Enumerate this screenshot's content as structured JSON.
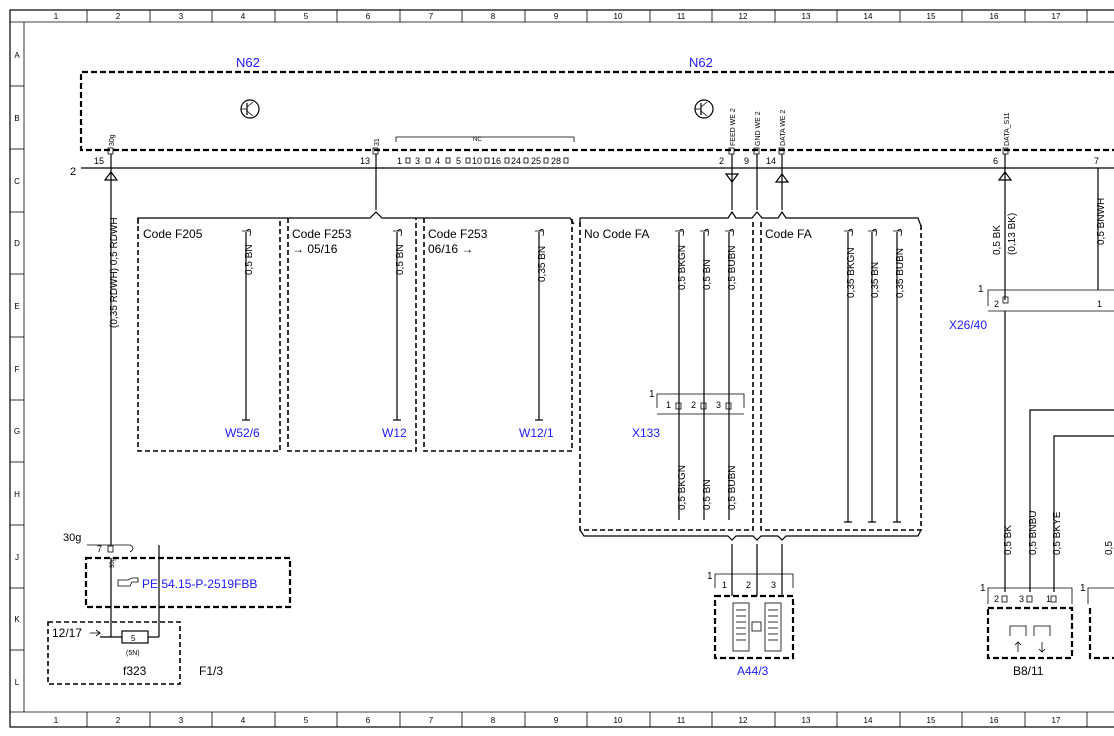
{
  "grid": {
    "columns": [
      "1",
      "2",
      "3",
      "4",
      "5",
      "6",
      "7",
      "8",
      "9",
      "10",
      "11",
      "12",
      "13",
      "14",
      "15",
      "16",
      "17"
    ],
    "rows": [
      "A",
      "B",
      "C",
      "D",
      "E",
      "F",
      "G",
      "H",
      "J",
      "K",
      "L"
    ]
  },
  "components": {
    "n62_left": "N62",
    "n62_right": "N62",
    "x26_40": "X26/40",
    "x133": "X133",
    "a44_3": "A44/3",
    "b8_11": "B8/11",
    "f323": "f323",
    "f1_3": "F1/3",
    "w52_6": "W52/6",
    "w12": "W12",
    "w12_1": "W12/1",
    "pe_ref": "PE 54.15-P-2519FBB"
  },
  "pins": {
    "p30g": "30g",
    "p31": "31",
    "nc": "NC",
    "feed": "FEED WE 2",
    "gnd": "GND WE 2",
    "data": "DATA WE 2",
    "data_s11": "DATA_S11",
    "n15": "15",
    "n13": "13",
    "n2": "2",
    "n9": "9",
    "n14": "14",
    "n6": "6",
    "n7": "7",
    "nc_nums": [
      "1",
      "3",
      "4",
      "5",
      "10",
      "16",
      "24",
      "25",
      "28"
    ],
    "bus2": "2",
    "x26_conn": "1",
    "x26_p2": "2",
    "x26_p1": "1",
    "x133_conn": "1",
    "x133_p1": "1",
    "x133_p2": "2",
    "x133_p3": "3",
    "a44_conn": "1",
    "a44_p1": "1",
    "a44_p2": "2",
    "a44_p3": "3",
    "b8_conn": "1",
    "b8_p2": "2",
    "b8_p3": "3",
    "b8_p1": "1",
    "f_conn": "1",
    "fuse_30g": "30g",
    "fuse_7": "7",
    "fuse_30g_small": "30g",
    "fuse_5": "5",
    "fuse_5n": "(5N)",
    "fuse_src": "12/17"
  },
  "codes": {
    "f205": "Code F205",
    "f253a": "Code F253",
    "f253a_sub": "→ 05/16",
    "f253b": "Code F253",
    "f253b_sub": "06/16 →",
    "nocode": "No Code FA",
    "codefa": "Code FA"
  },
  "wires": {
    "rdwh": "(0,35 RDWH) 0,5 RDWH",
    "bn1": "0,5 BN",
    "bn2": "0,5 BN",
    "bn3": "0,35 BN",
    "nc_bkgn": "0,5 BKGN",
    "nc_bn": "0,5 BN",
    "nc_bubn": "0,5 BUBN",
    "fa_bkgn": "0,35 BKGN",
    "fa_bn": "0,35 BN",
    "fa_bubn": "0,35 BUBN",
    "lo_bkgn": "0,5 BKGN",
    "lo_bn": "0,5 BN",
    "lo_bubn": "0,5 BUBN",
    "bk_top": "0,5 BK",
    "bk_top_sub": "(0,13 BK)",
    "bnwh": "0,5 BNWH",
    "bk_low": "0,5 BK",
    "bnbu_low": "0,5 BNBU",
    "bkye_low": "0,5 BKYE",
    "edge_low": "0,5"
  },
  "colors": {
    "link": "#1a1aff",
    "ink": "#000000"
  }
}
